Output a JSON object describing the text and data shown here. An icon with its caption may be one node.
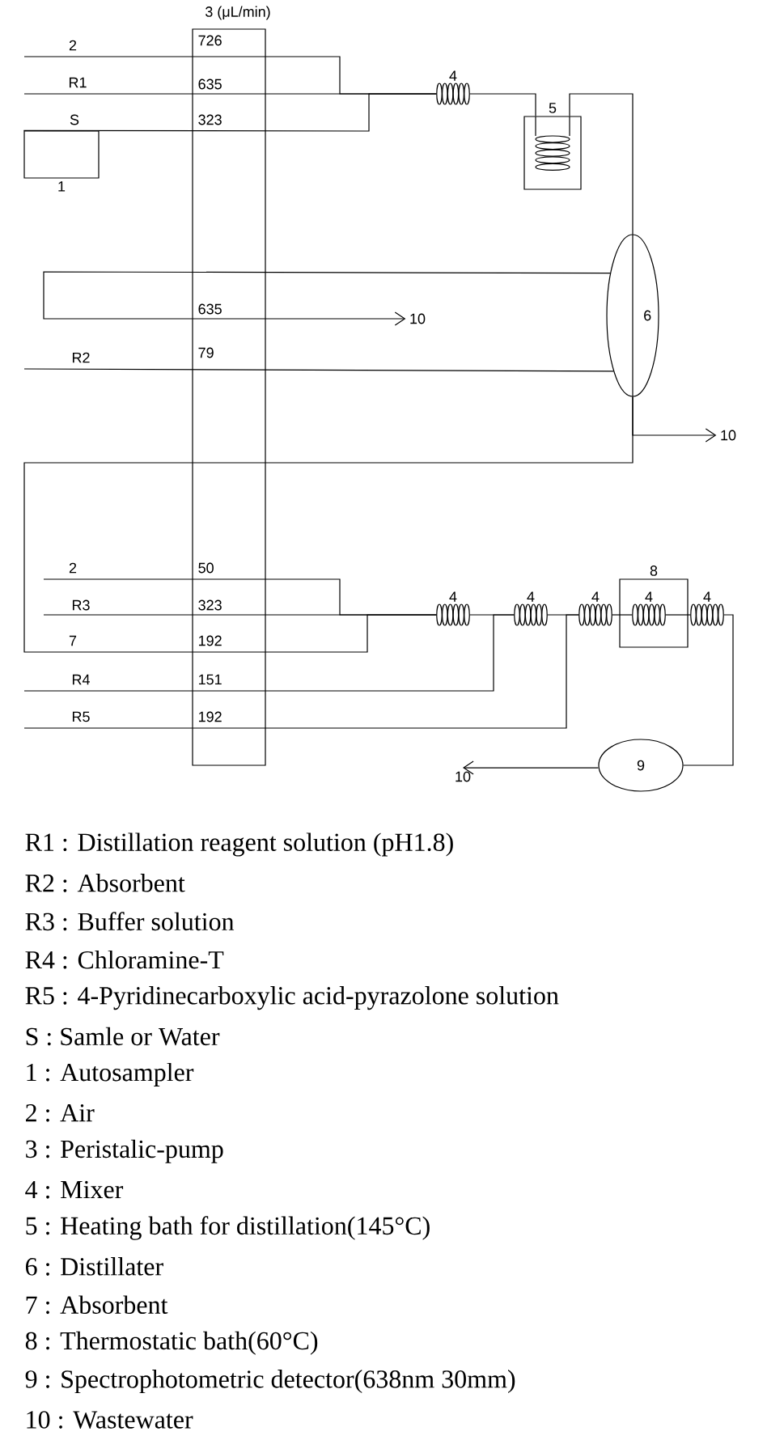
{
  "diagram": {
    "nodes": [
      {
        "text": [
          "1"
        ]
      },
      {
        "text": [
          "4"
        ]
      },
      {
        "text": [
          "5"
        ]
      },
      {
        "text": [
          "6"
        ]
      },
      {
        "text": [
          "10"
        ]
      },
      {
        "text": [
          "10"
        ]
      },
      {
        "text": [
          "4"
        ]
      },
      {
        "text": [
          "4"
        ]
      },
      {
        "text": [
          "4"
        ]
      },
      {
        "text": [
          "8"
        ]
      },
      {
        "text": [
          "4"
        ],
        "in": 9
      },
      {
        "text": [
          "4"
        ]
      },
      {
        "text": [
          "9"
        ]
      },
      {
        "text": [
          "10"
        ]
      }
    ],
    "edges": [
      {
        "from": null,
        "to": 1,
        "arrow": "none"
      },
      {
        "from": null,
        "to": 1,
        "arrow": "none"
      },
      {
        "from": 0,
        "to": 1,
        "arrow": "none"
      },
      {
        "from": 1,
        "to": 2,
        "arrow": "none"
      },
      {
        "from": 2,
        "to": 3,
        "arrow": "none"
      },
      {
        "from": 3,
        "to": 4,
        "arrow": "to"
      },
      {
        "from": null,
        "to": 3,
        "arrow": "none"
      },
      {
        "from": 3,
        "to": 5,
        "arrow": "to"
      },
      {
        "from": 3,
        "to": 6,
        "arrow": "none"
      },
      {
        "from": null,
        "to": 6,
        "arrow": "none"
      },
      {
        "from": null,
        "to": 6,
        "arrow": "none"
      },
      {
        "from": 6,
        "to": 7,
        "arrow": "none"
      },
      {
        "from": null,
        "to": 7,
        "arrow": "none"
      },
      {
        "from": 7,
        "to": 8,
        "arrow": "none"
      },
      {
        "from": null,
        "to": 8,
        "arrow": "none"
      },
      {
        "from": 8,
        "to": 10,
        "arrow": "none"
      },
      {
        "from": 10,
        "to": 11,
        "arrow": "none"
      },
      {
        "from": 11,
        "to": 12,
        "arrow": "none"
      },
      {
        "from": 12,
        "to": 13,
        "arrow": "to"
      }
    ],
    "labels": [
      "3 (μL/min)",
      "2",
      "726",
      "R1",
      "635",
      "S",
      "323",
      "635",
      "79",
      "R2",
      "2",
      "50",
      "R3",
      "323",
      "7",
      "192",
      "R4",
      "151",
      "R5",
      "192",
      "R1 : Distillation reagent solution (pH1.8)",
      "R2 : Absorbent",
      "R3 : Buffer solution",
      "R4 : Chloramine-T",
      "R5 : 4-Pyridinecarboxylic acid-pyrazolone solution",
      "S : Samle or Water",
      "1 : Autosampler",
      "2 : Air",
      "3 : Peristalic-pump",
      "4 : Mixer",
      "5 : Heating bath for distillation(145°C)",
      "6 : Distillater",
      "7 : Absorbent",
      "8 : Thermostatic bath(60°C)",
      "9 : Spectrophotometric detector(638nm 30mm)",
      "10 : Wastewater"
    ]
  }
}
